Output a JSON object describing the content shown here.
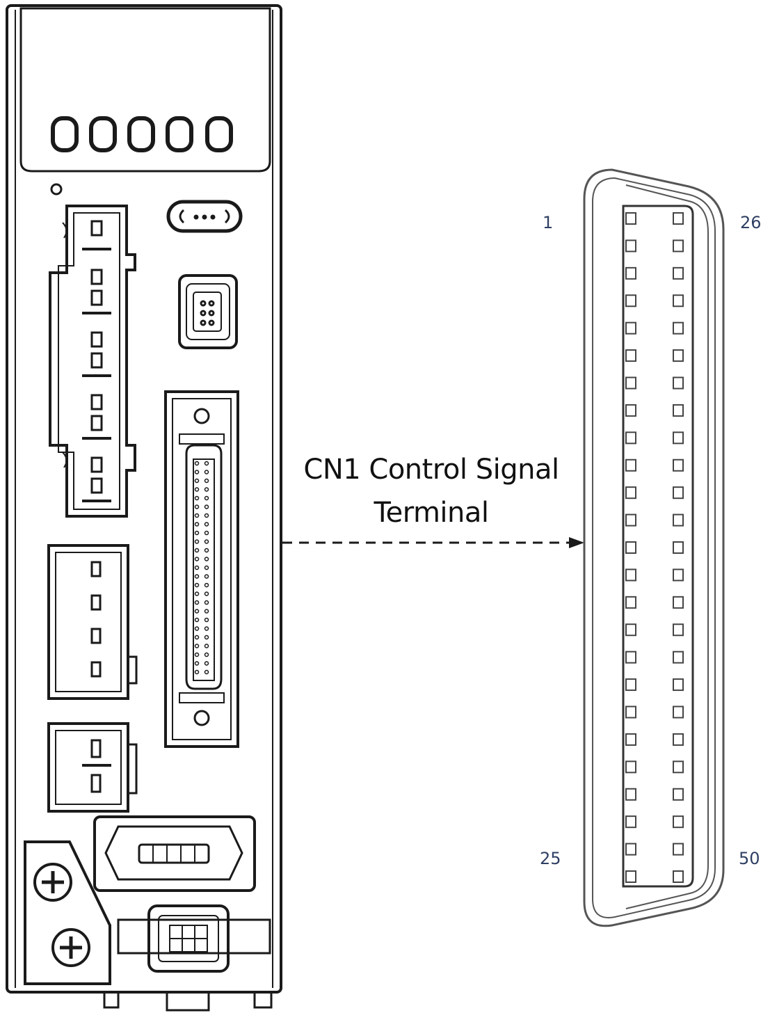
{
  "diagram": {
    "callout_line1": "CN1 Control Signal",
    "callout_line2": "Terminal",
    "pin_labels": {
      "top_left": "1",
      "top_right": "26",
      "bottom_left": "25",
      "bottom_right": "50"
    },
    "pins_per_row": 25,
    "colors": {
      "stroke": "#1a1a1a",
      "label": "#2f3f63"
    }
  }
}
